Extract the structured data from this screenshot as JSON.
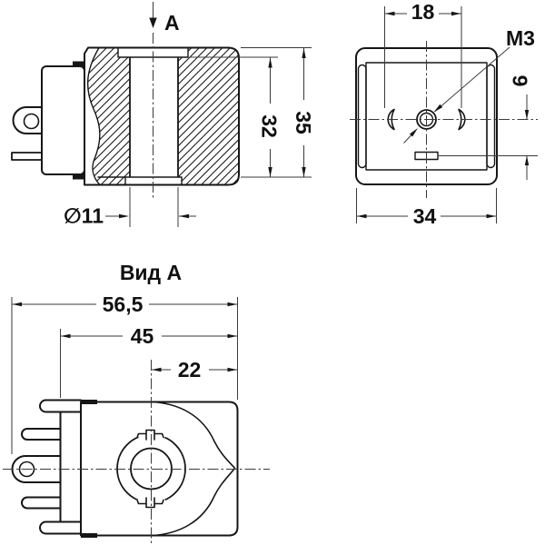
{
  "drawing": {
    "section_view": {
      "view_arrow_label": "А",
      "height_inner": "32",
      "height_total": "35",
      "bore_diameter": "∅11"
    },
    "face_view": {
      "bayonet_spacing": "18",
      "thread_label": "М3",
      "slot_offset": "9",
      "width": "34"
    },
    "top_view": {
      "title": "Вид А",
      "overall_width": "56,5",
      "body_width": "45",
      "center_to_edge": "22"
    }
  }
}
